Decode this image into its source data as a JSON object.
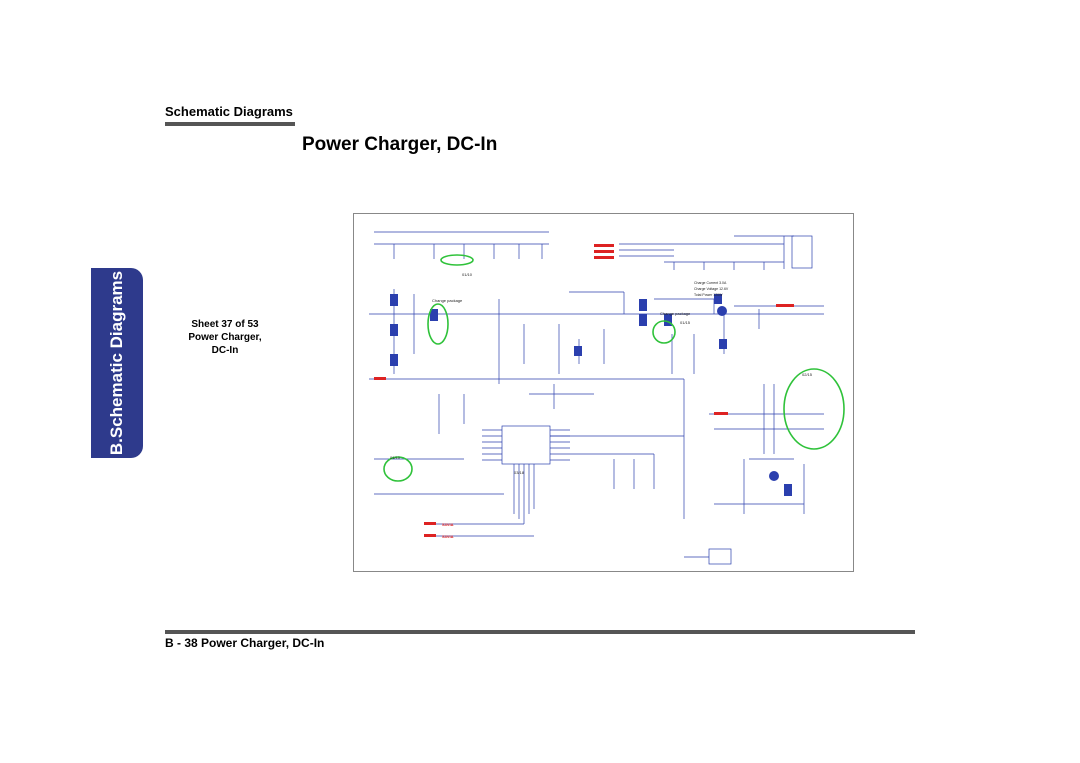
{
  "header": {
    "section": "Schematic  Diagrams"
  },
  "page": {
    "title": "Power Charger, DC-In"
  },
  "side_tab": {
    "label": "B.Schematic Diagrams",
    "color": "#2e3a8c"
  },
  "caption": {
    "line1": "Sheet 37 of 53",
    "line2": "Power Charger,",
    "line3": "DC-In"
  },
  "schematic": {
    "notes": [
      "Charge Current 3.0A",
      "Charge Voltage 12.6V",
      "Total Power 120W"
    ],
    "labels": [
      "Change package",
      "01/10",
      "Change package",
      "01/15",
      "02/15",
      "01/10",
      "03/18",
      "S3VIA",
      "S3VIA"
    ],
    "trace_color": "#2b3fae",
    "highlight_color": "#2fc23a",
    "error_color": "#d22"
  },
  "footer": {
    "text": "B - 38   Power Charger, DC-In"
  }
}
